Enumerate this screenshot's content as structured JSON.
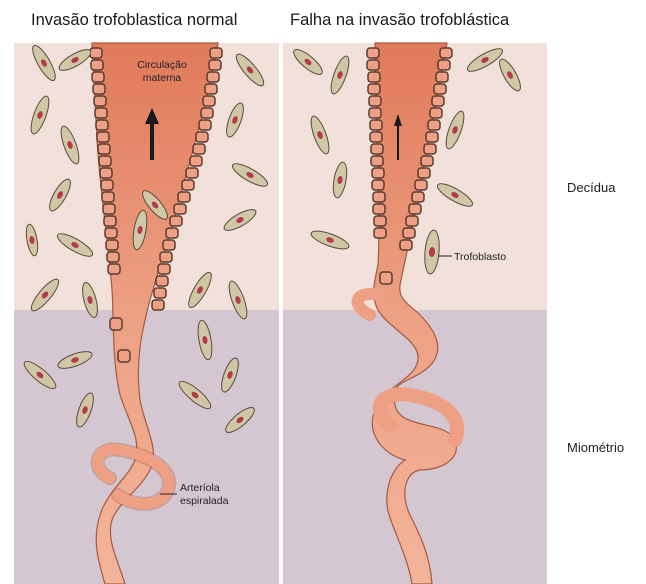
{
  "titles": {
    "left": "Invasão trofoblastica normal",
    "right": "Falha na invasão trofoblástica"
  },
  "regions": {
    "top": "Decídua",
    "bottom": "Miométrio"
  },
  "annotations": {
    "circulation_line1": "Circulação",
    "circulation_line2": "materna",
    "trophoblast": "Trofoblasto",
    "arteriole_line1": "Arteríola",
    "arteriole_line2": "espiralada"
  },
  "colors": {
    "decidua": "#f2e0da",
    "myometrium": "#d4c7d2",
    "vessel": "#eda083",
    "vessel_outline": "#a35a40",
    "cell_fill": "#cfc7a6",
    "cell_nucleus": "#b23a4a",
    "trophoblast_outline": "#5a3a30"
  }
}
